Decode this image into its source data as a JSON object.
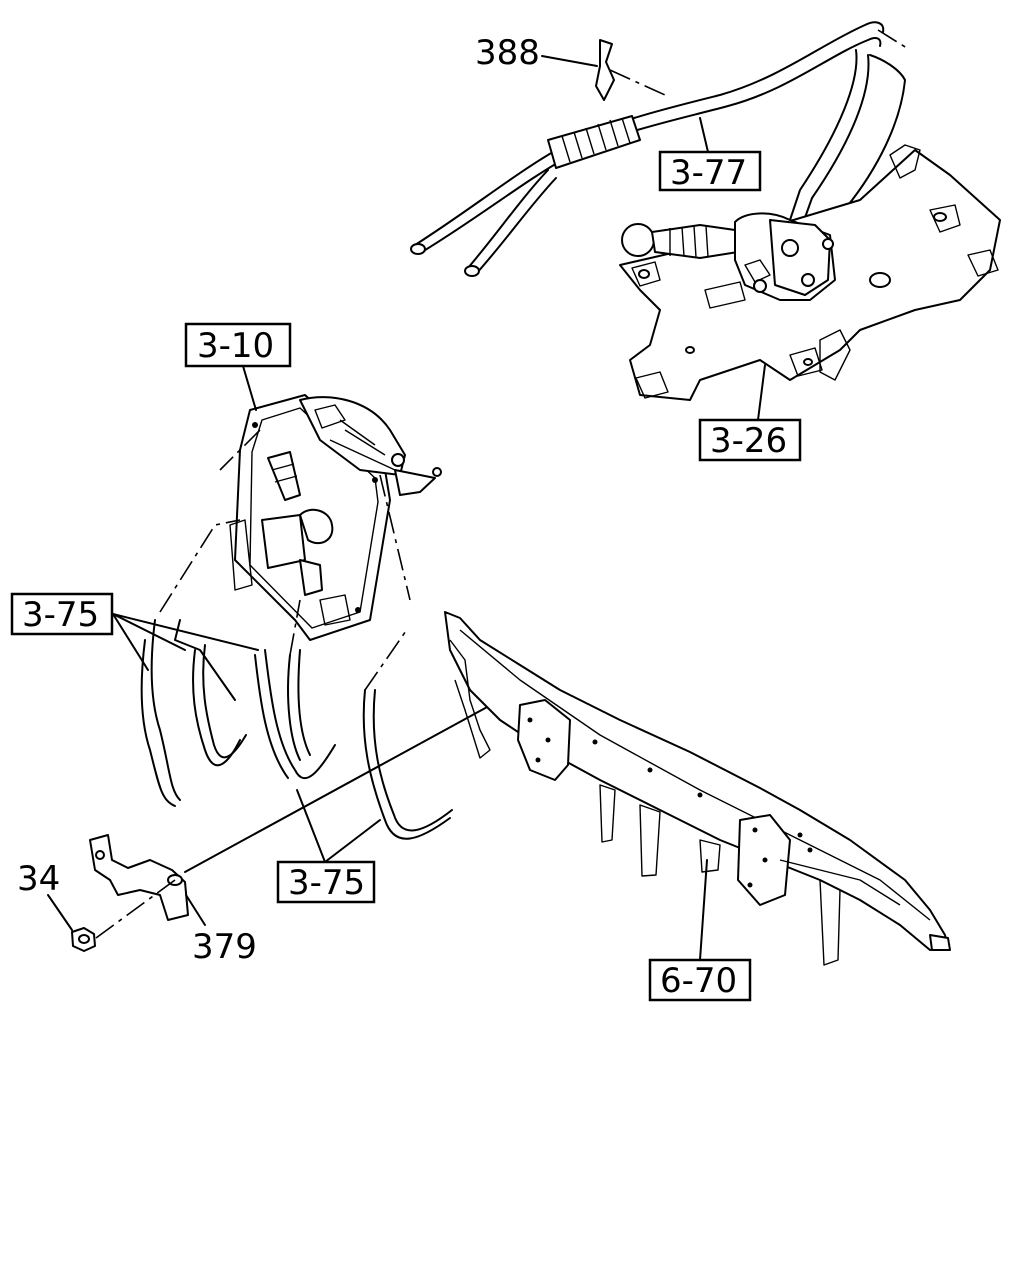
{
  "callouts": {
    "c388": "388",
    "c3_77": "3-77",
    "c3_10": "3-10",
    "c3_26": "3-26",
    "c3_75_left": "3-75",
    "c3_75_bottom": "3-75",
    "c34": "34",
    "c379": "379",
    "c6_70": "6-70"
  }
}
